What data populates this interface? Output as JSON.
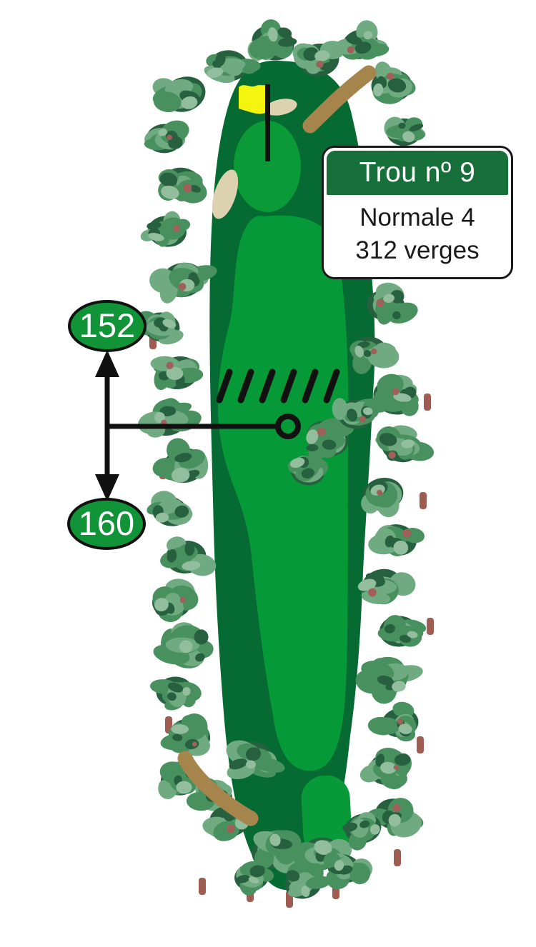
{
  "info_card": {
    "title": "Trou nº 9",
    "par_label": "Normale 4",
    "distance_label": "312 verges"
  },
  "distance_markers": {
    "upper": "152",
    "lower": "160"
  },
  "colors": {
    "rough": "#066A33",
    "fairway": "#059A37",
    "green": "#0A9B38",
    "tee": "#089A38",
    "sand": "#DCD2AF",
    "path": "#A6854C",
    "flag": "#F3F50F",
    "badge": "#119338",
    "header": "#17703A",
    "ink": "#111111",
    "tree_base": "#48915F",
    "tree_light": "#6FAA80",
    "tree_xlight": "#93BE9E",
    "tree_dark": "#27603F",
    "tree_accent": "#9E6058",
    "trunk": "#9F5C50"
  }
}
